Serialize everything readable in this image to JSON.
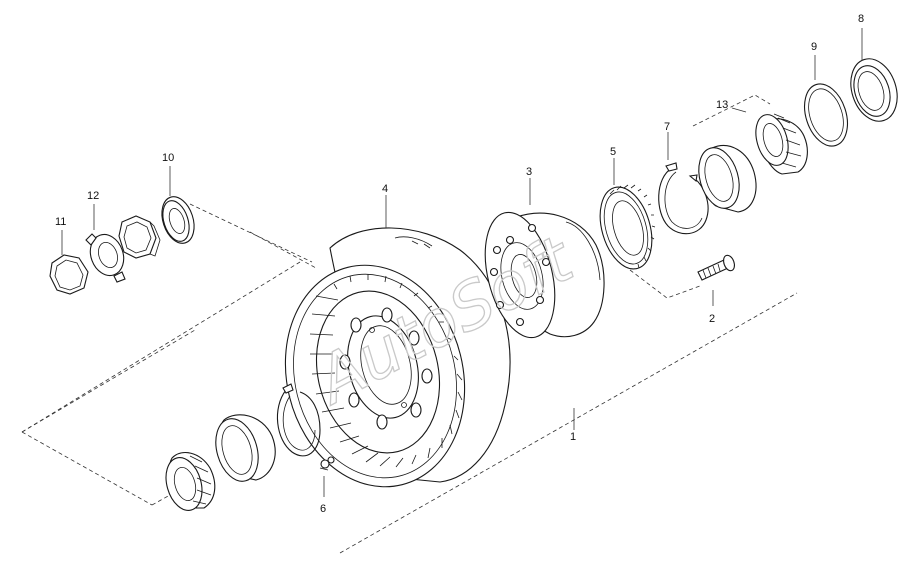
{
  "labels": {
    "p1": "1",
    "p2": "2",
    "p3": "3",
    "p4": "4",
    "p5": "5",
    "p6": "6",
    "p7": "7",
    "p8": "8",
    "p9": "9",
    "p10": "10",
    "p11": "11",
    "p12": "12",
    "p13": "13"
  },
  "watermark": "AutoSoft"
}
